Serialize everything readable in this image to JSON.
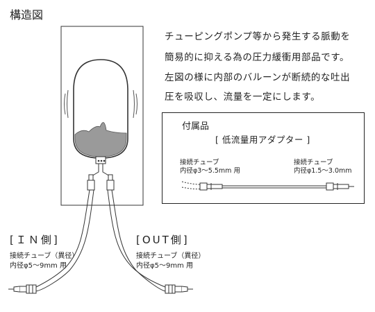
{
  "heading": "構造図",
  "description": [
    "チューピングポンプ等から発生する脈動を",
    "簡易的に抑える為の圧力緩衝用部品です。",
    "左図の様に内部のバルーンが断続的な吐出",
    "圧を吸収し、流量を一定にします。"
  ],
  "accessories": {
    "title": "付属品",
    "subtitle": "[ 低流量用アダプター ]",
    "tube_a": {
      "name": "接続チューブ",
      "spec": "内径φ3～5.5mm 用"
    },
    "tube_b": {
      "name": "接続チューブ",
      "spec": "内径φ1.5～3.0mm"
    }
  },
  "inlet": {
    "label": "[ＩＮ側]",
    "tube_name": "接続チューブ（異径）",
    "tube_spec": "内径φ5～9mm 用"
  },
  "outlet": {
    "label": "[OUT側]",
    "tube_name": "接続チューブ（異径）",
    "tube_spec": "内径φ5～9mm 用"
  }
}
